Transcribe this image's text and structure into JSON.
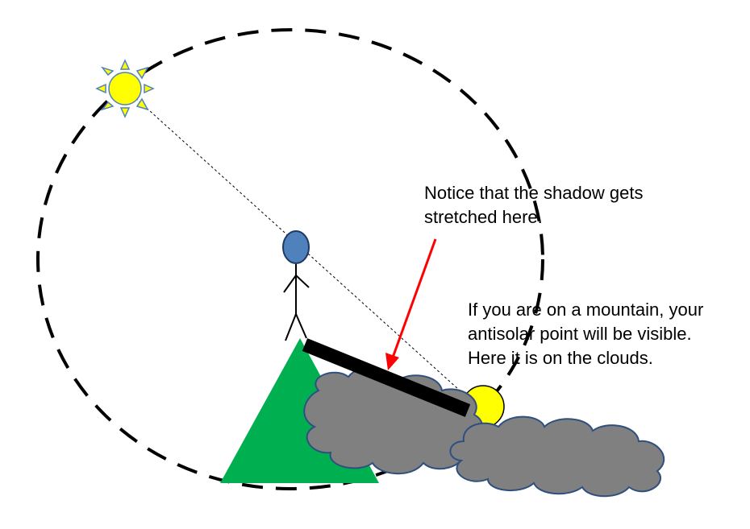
{
  "captions": {
    "shadow": {
      "line1": "Notice that the shadow gets",
      "line2": "stretched here."
    },
    "mountain": {
      "line1": "If you are on a mountain, your",
      "line2": "antisolar point will be visible.",
      "line3": "Here it is on the clouds."
    }
  },
  "colors": {
    "sun_fill": "#ffff00",
    "sun_ray_fill": "#ffff00",
    "sun_outline": "#4f81bd",
    "head_fill": "#4f81bd",
    "head_outline": "#1f3864",
    "mountain": "#00b050",
    "cloud_fill": "#808080",
    "cloud_outline": "#2f4f7f",
    "antisolar_point": "#ffff00",
    "arrow": "#ff0000",
    "orbit": "#000000",
    "shadow": "#000000"
  },
  "icons": [
    "sun-icon",
    "stick-figure-icon",
    "mountain-icon",
    "cloud-icon",
    "antisolar-point-icon",
    "arrow-icon"
  ]
}
